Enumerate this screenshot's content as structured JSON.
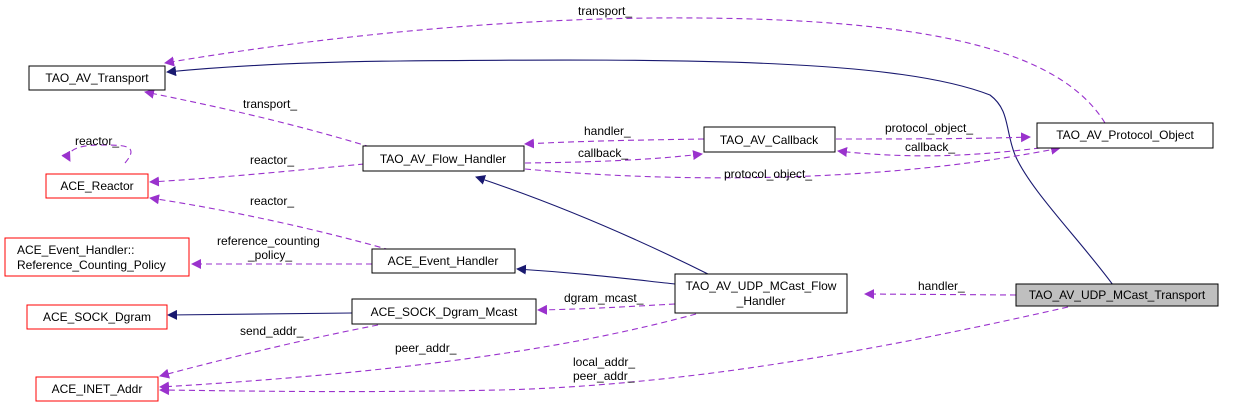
{
  "diagram": {
    "title": "Collaboration diagram for TAO_AV_UDP_MCast_Transport",
    "colors": {
      "inheritance_edge": "#191970",
      "usage_edge": "#9a32cd",
      "external_node_border": "#ff0000",
      "focus_node_fill": "#bfbfbf"
    },
    "nodes": [
      {
        "id": "tao_av_transport",
        "lines": [
          "TAO_AV_Transport"
        ],
        "kind": "internal"
      },
      {
        "id": "ace_reactor",
        "lines": [
          "ACE_Reactor"
        ],
        "kind": "external"
      },
      {
        "id": "ace_event_handler_rcp",
        "lines": [
          "ACE_Event_Handler::",
          "Reference_Counting_Policy"
        ],
        "kind": "external"
      },
      {
        "id": "ace_sock_dgram",
        "lines": [
          "ACE_SOCK_Dgram"
        ],
        "kind": "external"
      },
      {
        "id": "ace_inet_addr",
        "lines": [
          "ACE_INET_Addr"
        ],
        "kind": "external"
      },
      {
        "id": "tao_av_flow_handler",
        "lines": [
          "TAO_AV_Flow_Handler"
        ],
        "kind": "internal"
      },
      {
        "id": "ace_event_handler",
        "lines": [
          "ACE_Event_Handler"
        ],
        "kind": "internal"
      },
      {
        "id": "ace_sock_dgram_mcast",
        "lines": [
          "ACE_SOCK_Dgram_Mcast"
        ],
        "kind": "internal"
      },
      {
        "id": "tao_av_callback",
        "lines": [
          "TAO_AV_Callback"
        ],
        "kind": "internal"
      },
      {
        "id": "tao_av_udp_mcast_flow_handler",
        "lines": [
          "TAO_AV_UDP_MCast_Flow",
          "_Handler"
        ],
        "kind": "internal"
      },
      {
        "id": "tao_av_protocol_object",
        "lines": [
          "TAO_AV_Protocol_Object"
        ],
        "kind": "internal"
      },
      {
        "id": "tao_av_udp_mcast_transport",
        "lines": [
          "TAO_AV_UDP_MCast_Transport"
        ],
        "kind": "focus"
      }
    ],
    "edges": [
      {
        "from": "tao_av_protocol_object",
        "to": "tao_av_transport",
        "type": "usage",
        "label": "transport_"
      },
      {
        "from": "tao_av_udp_mcast_transport",
        "to": "tao_av_transport",
        "type": "inheritance",
        "label": ""
      },
      {
        "from": "tao_av_flow_handler",
        "to": "tao_av_transport",
        "type": "usage",
        "label": "transport_"
      },
      {
        "from": "ace_reactor",
        "to": "ace_reactor",
        "type": "usage",
        "label": "reactor_"
      },
      {
        "from": "tao_av_flow_handler",
        "to": "ace_reactor",
        "type": "usage",
        "label": "reactor_"
      },
      {
        "from": "ace_event_handler",
        "to": "ace_reactor",
        "type": "usage",
        "label": "reactor_"
      },
      {
        "from": "ace_event_handler",
        "to": "ace_event_handler_rcp",
        "type": "usage",
        "label": "reference_counting\n_policy_"
      },
      {
        "from": "tao_av_callback",
        "to": "tao_av_flow_handler",
        "type": "usage",
        "label": "handler_"
      },
      {
        "from": "tao_av_flow_handler",
        "to": "tao_av_callback",
        "type": "usage",
        "label": "callback_"
      },
      {
        "from": "tao_av_callback",
        "to": "tao_av_protocol_object",
        "type": "usage",
        "label": "protocol_object_"
      },
      {
        "from": "tao_av_protocol_object",
        "to": "tao_av_callback",
        "type": "usage",
        "label": "callback_"
      },
      {
        "from": "tao_av_flow_handler",
        "to": "tao_av_protocol_object",
        "type": "usage",
        "label": "protocol_object_"
      },
      {
        "from": "tao_av_udp_mcast_flow_handler",
        "to": "tao_av_flow_handler",
        "type": "inheritance",
        "label": ""
      },
      {
        "from": "tao_av_udp_mcast_flow_handler",
        "to": "ace_event_handler",
        "type": "inheritance",
        "label": ""
      },
      {
        "from": "ace_sock_dgram_mcast",
        "to": "ace_sock_dgram",
        "type": "inheritance",
        "label": ""
      },
      {
        "from": "tao_av_udp_mcast_flow_handler",
        "to": "ace_sock_dgram_mcast",
        "type": "usage",
        "label": "dgram_mcast_"
      },
      {
        "from": "tao_av_udp_mcast_transport",
        "to": "tao_av_udp_mcast_flow_handler",
        "type": "usage",
        "label": "handler_"
      },
      {
        "from": "ace_sock_dgram_mcast",
        "to": "ace_inet_addr",
        "type": "usage",
        "label": "send_addr_"
      },
      {
        "from": "tao_av_udp_mcast_flow_handler",
        "to": "ace_inet_addr",
        "type": "usage",
        "label": "peer_addr_"
      },
      {
        "from": "tao_av_udp_mcast_transport",
        "to": "ace_inet_addr",
        "type": "usage",
        "label": "local_addr_\npeer_addr_"
      }
    ]
  }
}
